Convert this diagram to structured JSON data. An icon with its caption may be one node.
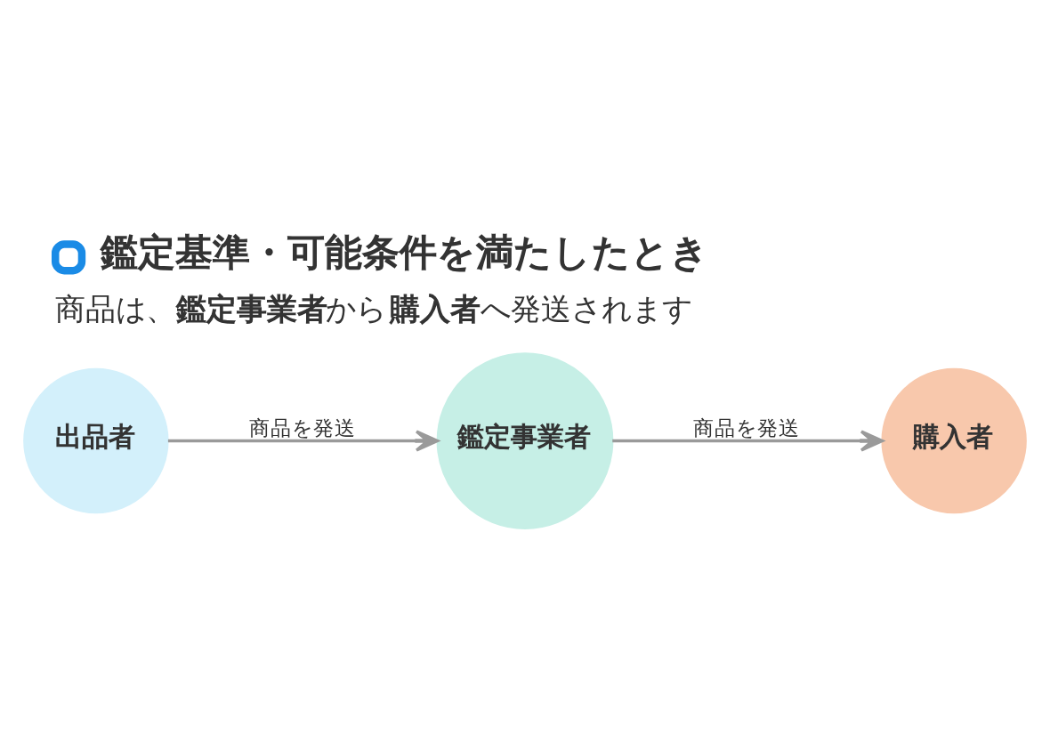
{
  "diagram": {
    "title": "鑑定基準・可能条件を満たしたとき",
    "caption": "商品は、**鑑定事業者**から**購入者**へ発送されます",
    "nodes": [
      {
        "text": [
          "出品者"
        ]
      },
      {
        "text": [
          "鑑定事業者"
        ]
      },
      {
        "text": [
          "購入者"
        ]
      }
    ],
    "edges": [
      {
        "from": 0,
        "to": 1,
        "arrow": "to",
        "label": "商品を発送"
      },
      {
        "from": 1,
        "to": 2,
        "arrow": "to",
        "label": "商品を発送"
      }
    ]
  }
}
